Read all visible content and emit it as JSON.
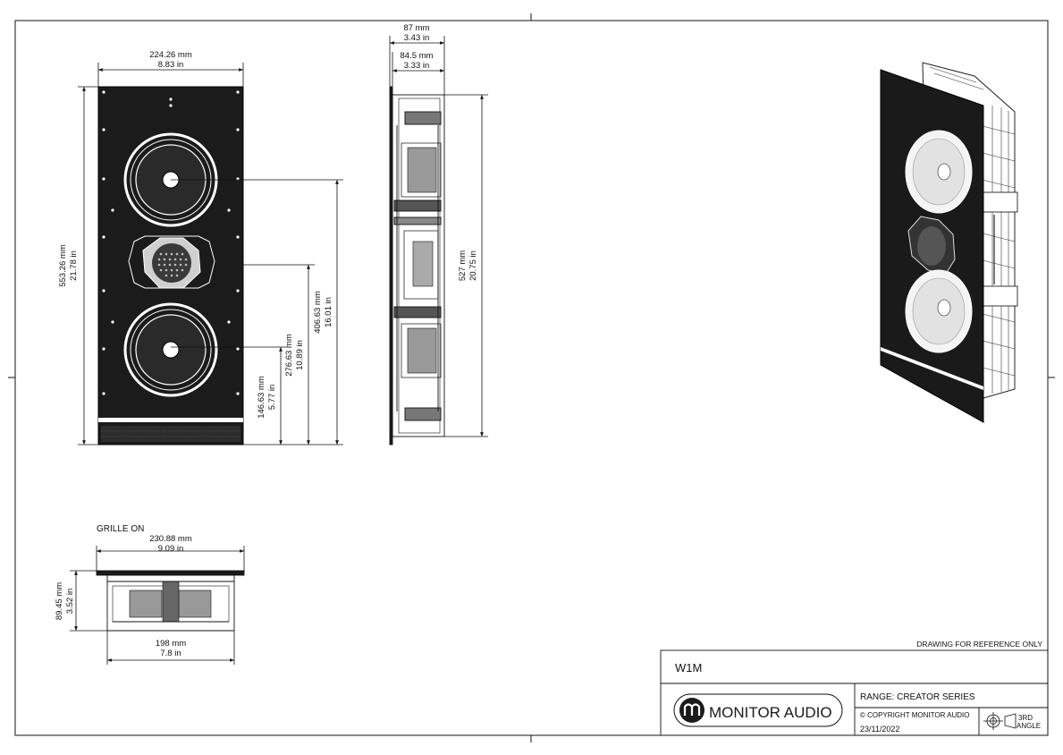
{
  "front_view": {
    "width": "224.26 mm",
    "width_in": "8.83 in",
    "height": "553.26 mm",
    "height_in": "21.78 in",
    "h_tweeter": "406.63 mm",
    "h_tweeter_in": "16.01 in",
    "h_upper_driver": "276.63 mm",
    "h_upper_driver_in": "10.89 in",
    "h_lower_driver": "146.63 mm",
    "h_lower_driver_in": "5.77 in"
  },
  "side_view": {
    "depth_total": "87 mm",
    "depth_total_in": "3.43 in",
    "depth_body": "84.5 mm",
    "depth_body_in": "3.33 in",
    "height": "527 mm",
    "height_in": "20.75 in"
  },
  "grille_view": {
    "label": "GRILLE ON",
    "width": "230.88 mm",
    "width_in": "9.09 in",
    "depth": "89.45 mm",
    "depth_in": "3.52 in",
    "base": "198 mm",
    "base_in": "7.8 in"
  },
  "title_block": {
    "note": "DRAWING FOR REFERENCE ONLY",
    "model": "W1M",
    "brand": "MONITOR AUDIO",
    "range": "RANGE: CREATOR SERIES",
    "copyright": "© COPYRIGHT MONITOR AUDIO",
    "date": "23/11/2022",
    "projection_line1": "3RD",
    "projection_line2": "ANGLE"
  }
}
